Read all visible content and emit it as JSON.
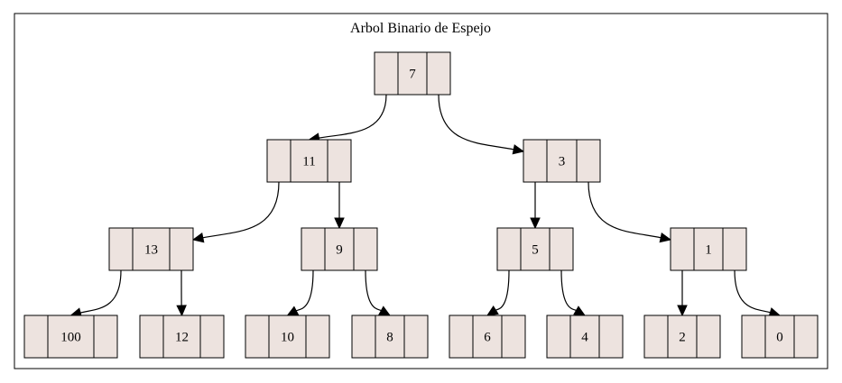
{
  "diagram": {
    "title": "Arbol Binario de Espejo",
    "nodes": [
      {
        "id": "n7",
        "label": "7"
      },
      {
        "id": "n11",
        "label": "11"
      },
      {
        "id": "n3",
        "label": "3"
      },
      {
        "id": "n13",
        "label": "13"
      },
      {
        "id": "n9",
        "label": "9"
      },
      {
        "id": "n5",
        "label": "5"
      },
      {
        "id": "n1",
        "label": "1"
      },
      {
        "id": "n100",
        "label": "100"
      },
      {
        "id": "n12",
        "label": "12"
      },
      {
        "id": "n10",
        "label": "10"
      },
      {
        "id": "n8",
        "label": "8"
      },
      {
        "id": "n6",
        "label": "6"
      },
      {
        "id": "n4",
        "label": "4"
      },
      {
        "id": "n2",
        "label": "2"
      },
      {
        "id": "n0",
        "label": "0"
      }
    ],
    "edges": [
      {
        "from": "n7",
        "to": "n11"
      },
      {
        "from": "n7",
        "to": "n3"
      },
      {
        "from": "n11",
        "to": "n13"
      },
      {
        "from": "n11",
        "to": "n9"
      },
      {
        "from": "n3",
        "to": "n5"
      },
      {
        "from": "n3",
        "to": "n1"
      },
      {
        "from": "n13",
        "to": "n100"
      },
      {
        "from": "n13",
        "to": "n12"
      },
      {
        "from": "n9",
        "to": "n10"
      },
      {
        "from": "n9",
        "to": "n8"
      },
      {
        "from": "n5",
        "to": "n6"
      },
      {
        "from": "n5",
        "to": "n4"
      },
      {
        "from": "n1",
        "to": "n2"
      },
      {
        "from": "n1",
        "to": "n0"
      }
    ]
  }
}
